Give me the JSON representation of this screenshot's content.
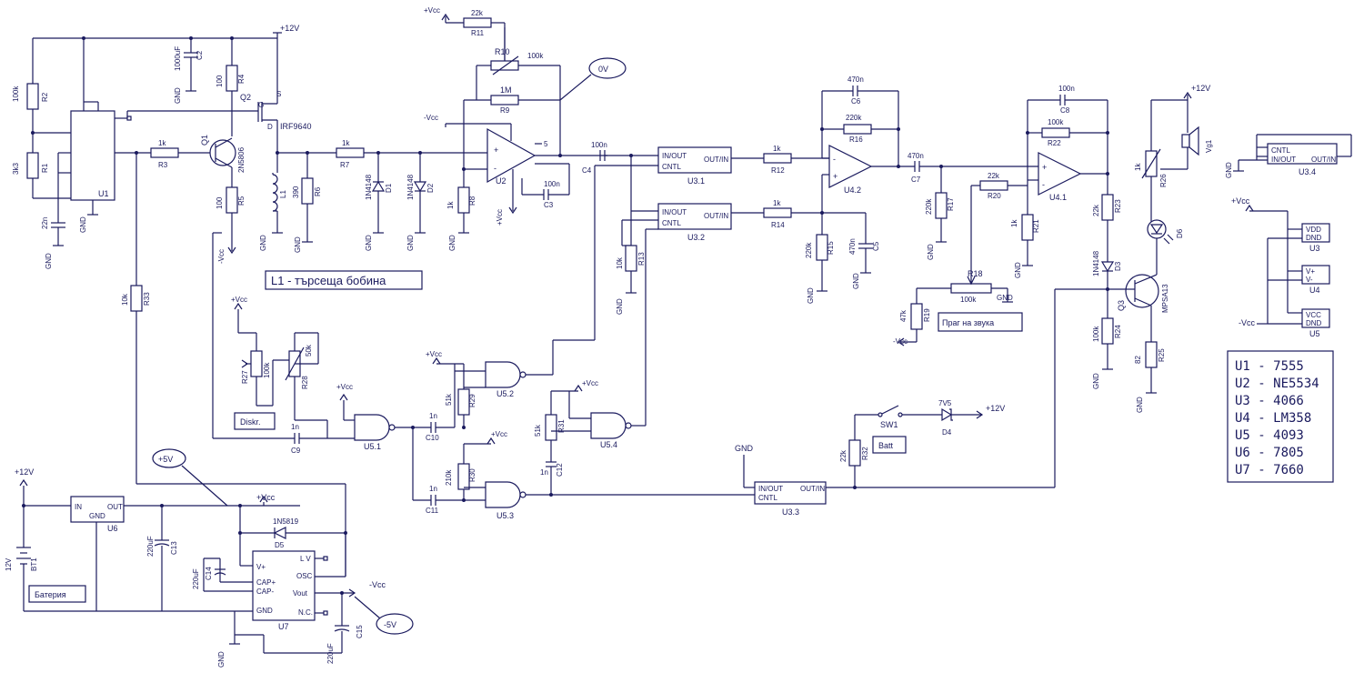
{
  "annotations": {
    "zero_volt": "0V",
    "coil_note": "L1 - търсеща бобина",
    "plus5": "+5V",
    "minus5": "-5V",
    "diskr": "Diskr.",
    "batt_box": "Batt",
    "battery_box": "Батерия",
    "threshold": "Праг на звука"
  },
  "chips": [
    {
      "ref": "U1",
      "value": "7555"
    },
    {
      "ref": "U2",
      "value": "NE5534"
    },
    {
      "ref": "U3",
      "value": "4066"
    },
    {
      "ref": "U4",
      "value": "LM358"
    },
    {
      "ref": "U5",
      "value": "4093"
    },
    {
      "ref": "U6",
      "value": "7805"
    },
    {
      "ref": "U7",
      "value": "7660"
    }
  ],
  "supplies": {
    "p12": "+12V",
    "pvcc": "+Vcc",
    "nvcc": "-Vcc",
    "gnd": "GND"
  },
  "parts": {
    "R1": "R1",
    "R1v": "3k3",
    "R2": "R2",
    "R2v": "100k",
    "C2": "C2",
    "C2v": "1000uF",
    "R4": "R4",
    "R4v": "100",
    "Q2": "Q2",
    "Q2v": "IRF9640",
    "Q1": "Q1",
    "Q1v": "2N5806",
    "R3": "R3",
    "R3v": "1k",
    "R5": "R5",
    "R5v": "100",
    "L1": "L1",
    "R6": "R6",
    "R6v": "390",
    "R7": "R7",
    "R7v": "1k",
    "D1": "D1",
    "D1v": "1N4148",
    "D2": "D2",
    "D2v": "1N4148",
    "R8": "R8",
    "R8v": "1k",
    "U1": "U1",
    "U2": "U2",
    "C3": "C3",
    "C3v": "100n",
    "R9": "R9",
    "R9v": "1M",
    "R10": "R10",
    "R10v": "100k",
    "R11": "R11",
    "R11v": "22k",
    "C4": "C4",
    "C4v": "100n",
    "C1v": "22n",
    "U31": "U3.1",
    "U32": "U3.2",
    "U33": "U3.3",
    "U34": "U3.4",
    "R12": "R12",
    "R12v": "1k",
    "R14": "R14",
    "R14v": "1k",
    "R13": "R13",
    "R13v": "10k",
    "U42": "U4.2",
    "U41": "U4.1",
    "C6": "C6",
    "C6v": "470n",
    "R16": "R16",
    "R16v": "220k",
    "R15": "R15",
    "R15v": "220k",
    "C5": "C5",
    "C5v": "470n",
    "C7": "C7",
    "C7v": "470n",
    "R17": "R17",
    "R17v": "220k",
    "R20": "R20",
    "R20v": "22k",
    "R21": "R21",
    "R21v": "1k",
    "R18": "R18",
    "R18v": "100k",
    "R19": "R19",
    "R19v": "47k",
    "C8": "C8",
    "C8v": "100n",
    "R22": "R22",
    "R22v": "100k",
    "R23": "R23",
    "R23v": "22k",
    "D3": "D3",
    "D3v": "1N4148",
    "R24": "R24",
    "R24v": "100k",
    "R25": "R25",
    "R25v": "82",
    "R26": "R26",
    "R26v": "1k",
    "Q3": "Q3",
    "Q3v": "MPSA13",
    "D6": "D6",
    "Vg1": "Vg1",
    "U3": "U3",
    "U4": "U4",
    "U5": "U5",
    "U51": "U5.1",
    "U52": "U5.2",
    "U53": "U5.3",
    "U54": "U5.4",
    "R27": "R27",
    "R27v": "100k",
    "R28": "R28",
    "R28v": "50k",
    "R33": "R33",
    "R33v": "10k",
    "C9": "C9",
    "C9v": "1n",
    "C10": "C10",
    "C10v": "1n",
    "C11": "C11",
    "C11v": "1n",
    "C12": "C12",
    "C12v": "1n",
    "R29": "R29",
    "R29v": "51k",
    "R30": "R30",
    "R30v": "210k",
    "R31": "R31",
    "R31v": "51k",
    "R32": "R32",
    "R32v": "22k",
    "SW1": "SW1",
    "D4": "D4",
    "D4v": "7V5",
    "U6": "U6",
    "U7": "U7",
    "D5": "D5",
    "D5v": "1N5819",
    "C13": "C13",
    "C13v": "220uF",
    "C14": "C14",
    "C14v": "220uF",
    "C15": "C15",
    "C15v": "220uF",
    "BT1": "BT1",
    "BT1v": "12V"
  },
  "pins": {
    "in": "IN",
    "out": "OUT",
    "gnd_pin": "GND",
    "inout": "IN/OUT",
    "outin": "OUT/IN",
    "cntl": "CNTL",
    "vdd": "VDD",
    "dnd": "DND",
    "vcc": "VCC",
    "vplus": "V+",
    "vminus": "V-",
    "capp": "CAP+",
    "capm": "CAP-",
    "lv": "L V",
    "osc": "OSC",
    "vout": "Vout",
    "nc": "N.C."
  }
}
